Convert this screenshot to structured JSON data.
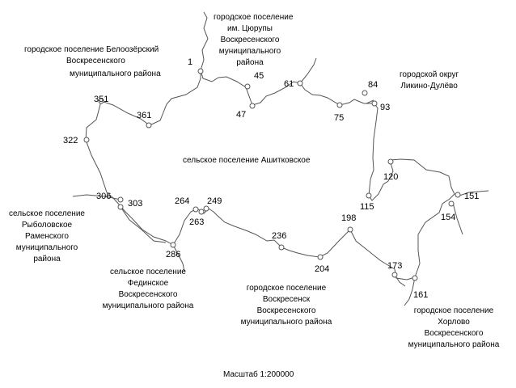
{
  "map": {
    "area_label": "сельское поселение Ашитковское",
    "scale_label": "Масштаб 1:200000",
    "boundary_color": "#555555",
    "neighbors": {
      "beloozersky": [
        "городское поселение Белоозёрский",
        "Воскресенского",
        "муниципального района"
      ],
      "tsyurupy": [
        "городское поселение",
        "им. Цюрупы",
        "Воскресенского",
        "муниципального",
        "района"
      ],
      "likino": [
        "городской округ",
        "Ликино-Дулёво"
      ],
      "rybolovskoe": [
        "сельское поселение",
        "Рыболовское",
        "Раменского",
        "муниципального",
        "района"
      ],
      "fedinskoe": [
        "сельское поселение",
        "Фединское",
        "Воскресенского",
        "муниципального района"
      ],
      "voskresensk": [
        "городское поселение",
        "Воскресенск",
        "Воскресенского",
        "муниципального района"
      ],
      "khorlovo": [
        "городское поселение",
        "Хорлово",
        "Воскресенского",
        "муниципального района"
      ]
    },
    "points": [
      "1",
      "45",
      "47",
      "61",
      "84",
      "75",
      "93",
      "351",
      "361",
      "322",
      "306",
      "303",
      "264",
      "263",
      "249",
      "236",
      "204",
      "198",
      "115",
      "120",
      "151",
      "154",
      "173",
      "161",
      "286"
    ]
  }
}
